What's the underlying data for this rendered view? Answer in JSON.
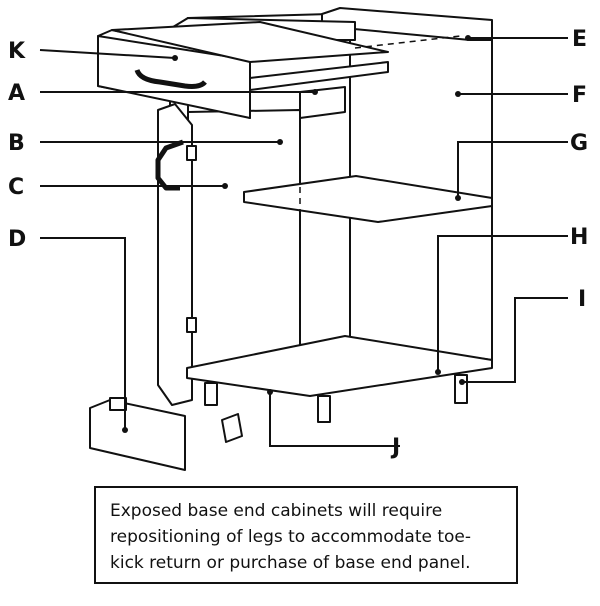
{
  "callouts": [
    {
      "id": "K",
      "label": "K"
    },
    {
      "id": "A",
      "label": "A"
    },
    {
      "id": "B",
      "label": "B"
    },
    {
      "id": "C",
      "label": "C"
    },
    {
      "id": "D",
      "label": "D"
    },
    {
      "id": "E",
      "label": "E"
    },
    {
      "id": "F",
      "label": "F"
    },
    {
      "id": "G",
      "label": "G"
    },
    {
      "id": "H",
      "label": "H"
    },
    {
      "id": "I",
      "label": "I"
    },
    {
      "id": "J",
      "label": "J"
    }
  ],
  "note": {
    "text": "Exposed base end cabinets will require repositioning of legs to accommodate toe-kick return or purchase of base end panel."
  }
}
